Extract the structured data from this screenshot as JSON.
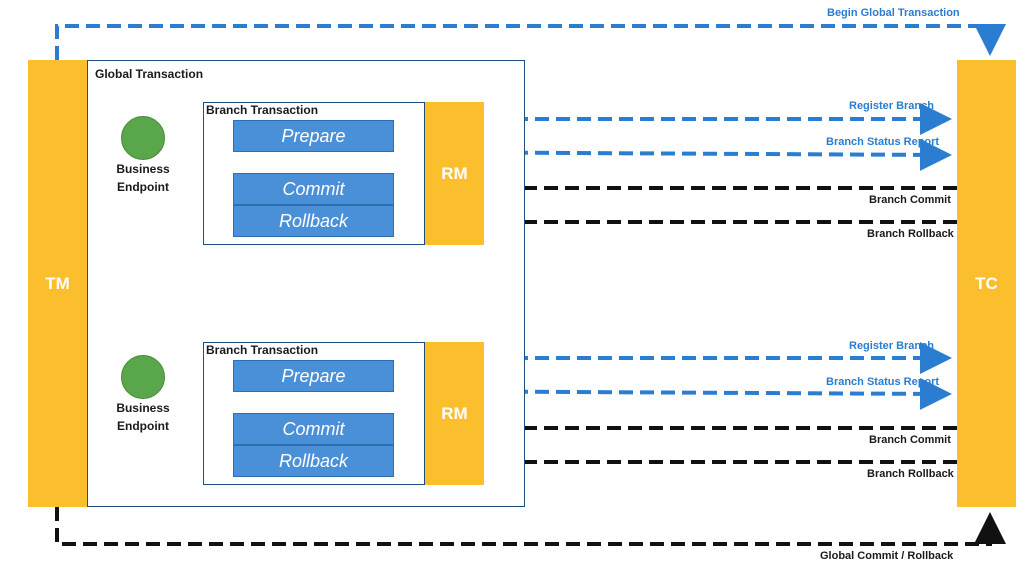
{
  "colors": {
    "bar": "#fbbf2e",
    "step": "#4a90d9",
    "blue_arrow": "#2a7dd1",
    "black_arrow": "#111111",
    "red_arrow": "#e8202a",
    "endpoint": "#5aa64b"
  },
  "tm": {
    "label": "TM"
  },
  "tc": {
    "label": "TC"
  },
  "global_transaction": {
    "label": "Global Transaction"
  },
  "begin_global": {
    "label": "Begin Global Transaction"
  },
  "global_commit": {
    "label": "Global Commit / Rollback"
  },
  "branches": [
    {
      "title": "Branch Transaction",
      "rm": "RM",
      "prepare": "Prepare",
      "commit": "Commit",
      "rollback": "Rollback",
      "endpoint_line1": "Business",
      "endpoint_line2": "Endpoint",
      "register": "Register Branch",
      "status": "Branch Status Report",
      "commit_label": "Branch Commit",
      "rollback_label": "Branch Rollback"
    },
    {
      "title": "Branch Transaction",
      "rm": "RM",
      "prepare": "Prepare",
      "commit": "Commit",
      "rollback": "Rollback",
      "endpoint_line1": "Business",
      "endpoint_line2": "Endpoint",
      "register": "Register Branch",
      "status": "Branch Status Report",
      "commit_label": "Branch Commit",
      "rollback_label": "Branch Rollback"
    }
  ]
}
